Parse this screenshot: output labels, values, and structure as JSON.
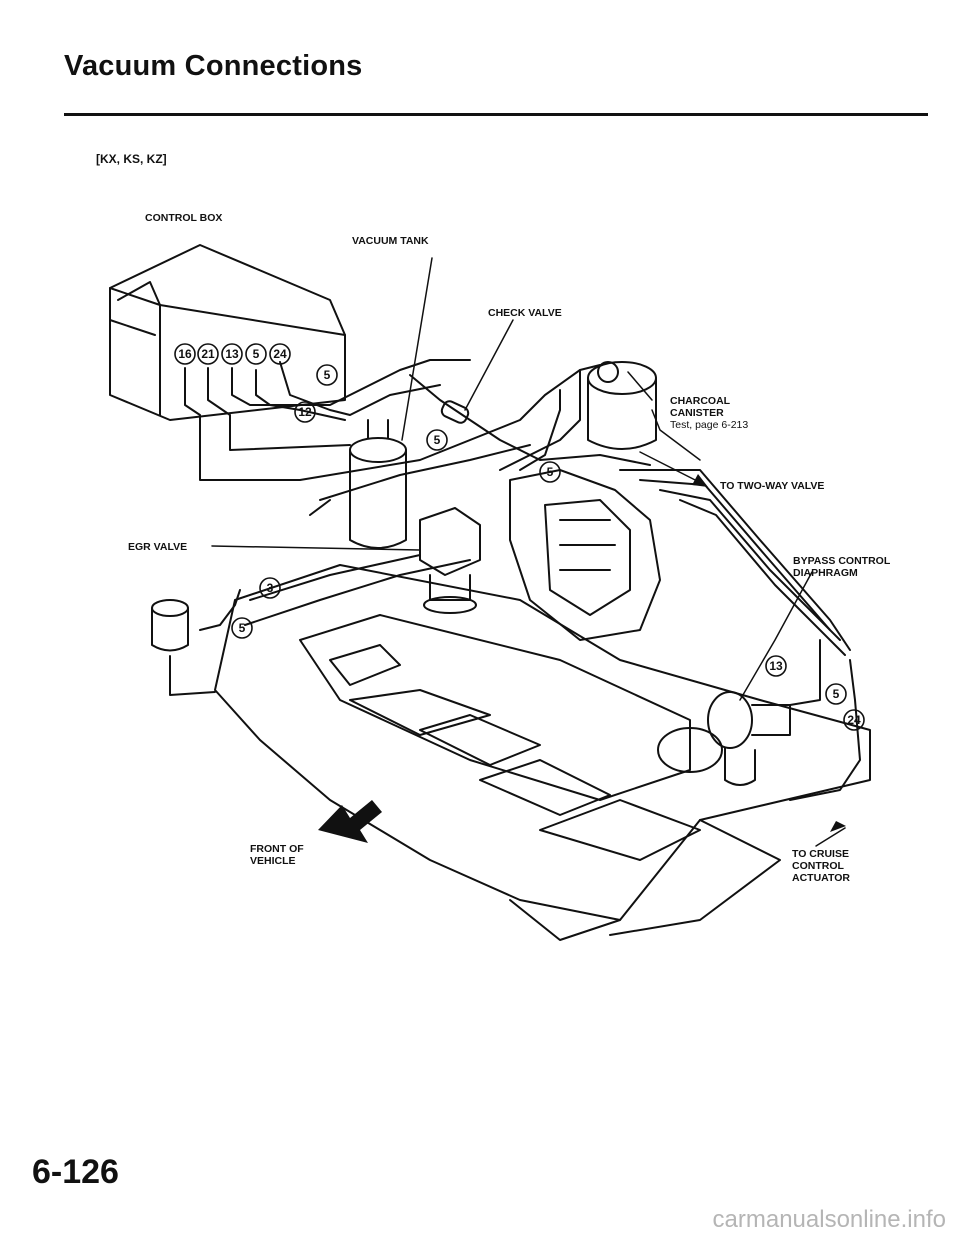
{
  "header": {
    "title": "Vacuum Connections",
    "models": "[KX, KS, KZ]"
  },
  "labels": {
    "control_box": "CONTROL BOX",
    "vacuum_tank": "VACUUM TANK",
    "check_valve": "CHECK VALVE",
    "charcoal_canister_1": "CHARCOAL",
    "charcoal_canister_2": "CANISTER",
    "charcoal_test": "Test, page 6-213",
    "two_way_valve": "TO TWO-WAY VALVE",
    "egr_valve": "EGR VALVE",
    "bypass_1": "BYPASS CONTROL",
    "bypass_2": "DIAPHRAGM",
    "front_1": "FRONT OF",
    "front_2": "VEHICLE",
    "cruise_1": "TO CRUISE",
    "cruise_2": "CONTROL",
    "cruise_3": "ACTUATOR"
  },
  "hose_numbers": {
    "cb_16": "16",
    "cb_21": "21",
    "cb_13": "13",
    "cb_5": "5",
    "cb_24": "24",
    "cb_5b": "5",
    "cb_12": "12",
    "mid_5a": "5",
    "mid_5b": "5",
    "left_3": "3",
    "left_5": "5",
    "right_13": "13",
    "right_5": "5",
    "right_24": "24"
  },
  "footer": {
    "page_number": "6-126",
    "watermark": "carmanualsonline.info"
  }
}
